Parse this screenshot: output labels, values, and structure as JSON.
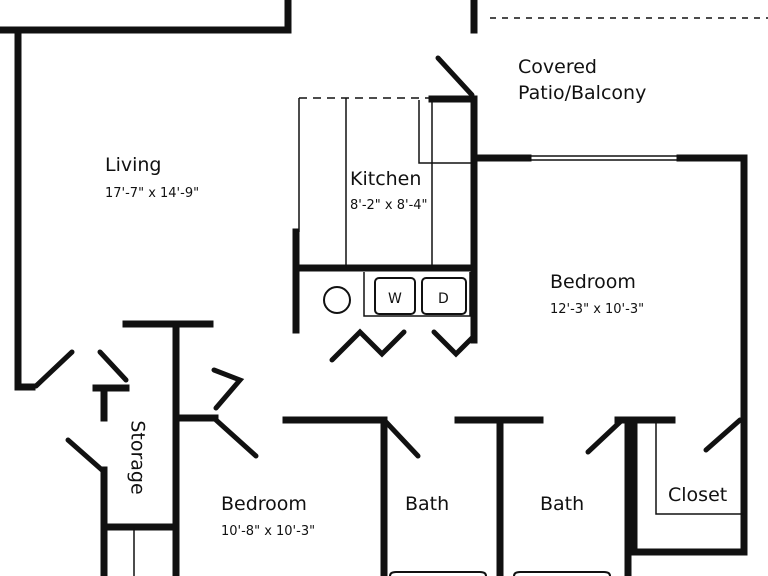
{
  "rooms": {
    "patio": {
      "line1": "Covered",
      "line2": "Patio/Balcony"
    },
    "living": {
      "name": "Living",
      "dims": "17'-7\" x 14'-9\""
    },
    "kitchen": {
      "name": "Kitchen",
      "dims": "8'-2\" x 8'-4\""
    },
    "bedroom_1": {
      "name": "Bedroom",
      "dims": "12'-3\" x 10'-3\""
    },
    "bedroom_2": {
      "name": "Bedroom",
      "dims": "10'-8\" x 10'-3\""
    },
    "storage": {
      "name": "Storage"
    },
    "bath_1": {
      "name": "Bath"
    },
    "bath_2": {
      "name": "Bath"
    },
    "closet": {
      "name": "Closet"
    }
  },
  "appliances": {
    "washer": "W",
    "dryer": "D"
  },
  "colors": {
    "wall": "#111111",
    "background": "#ffffff"
  }
}
